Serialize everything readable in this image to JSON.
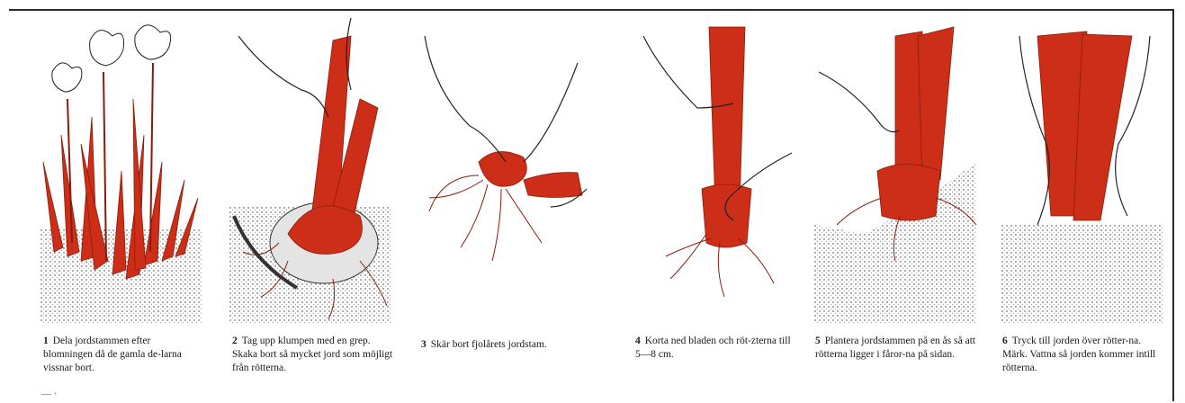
{
  "colors": {
    "leaf": "#cc2e17",
    "leaf_dark": "#8a1c0c",
    "ink": "#222222",
    "soil": "#d9d9d9"
  },
  "steps": [
    {
      "number": "1",
      "text": "Dela jordstammen efter blomningen då de gamla de-larna vissnar bort."
    },
    {
      "number": "2",
      "text": "Tag upp klumpen med en grep. Skaka bort så mycket jord som möjligt från rötterna."
    },
    {
      "number": "3",
      "text": "Skär bort fjolårets jordstam."
    },
    {
      "number": "4",
      "text": "Korta ned bladen och röt-zterna till 5—8 cm."
    },
    {
      "number": "5",
      "text": "Plantera jordstammen på en ås så att rötterna ligger i fåror-na på sidan."
    },
    {
      "number": "6",
      "text": "Tryck till jorden över rötter-na. Märk. Vattna så jorden kommer intill rötterna."
    }
  ],
  "footer": "— ·"
}
